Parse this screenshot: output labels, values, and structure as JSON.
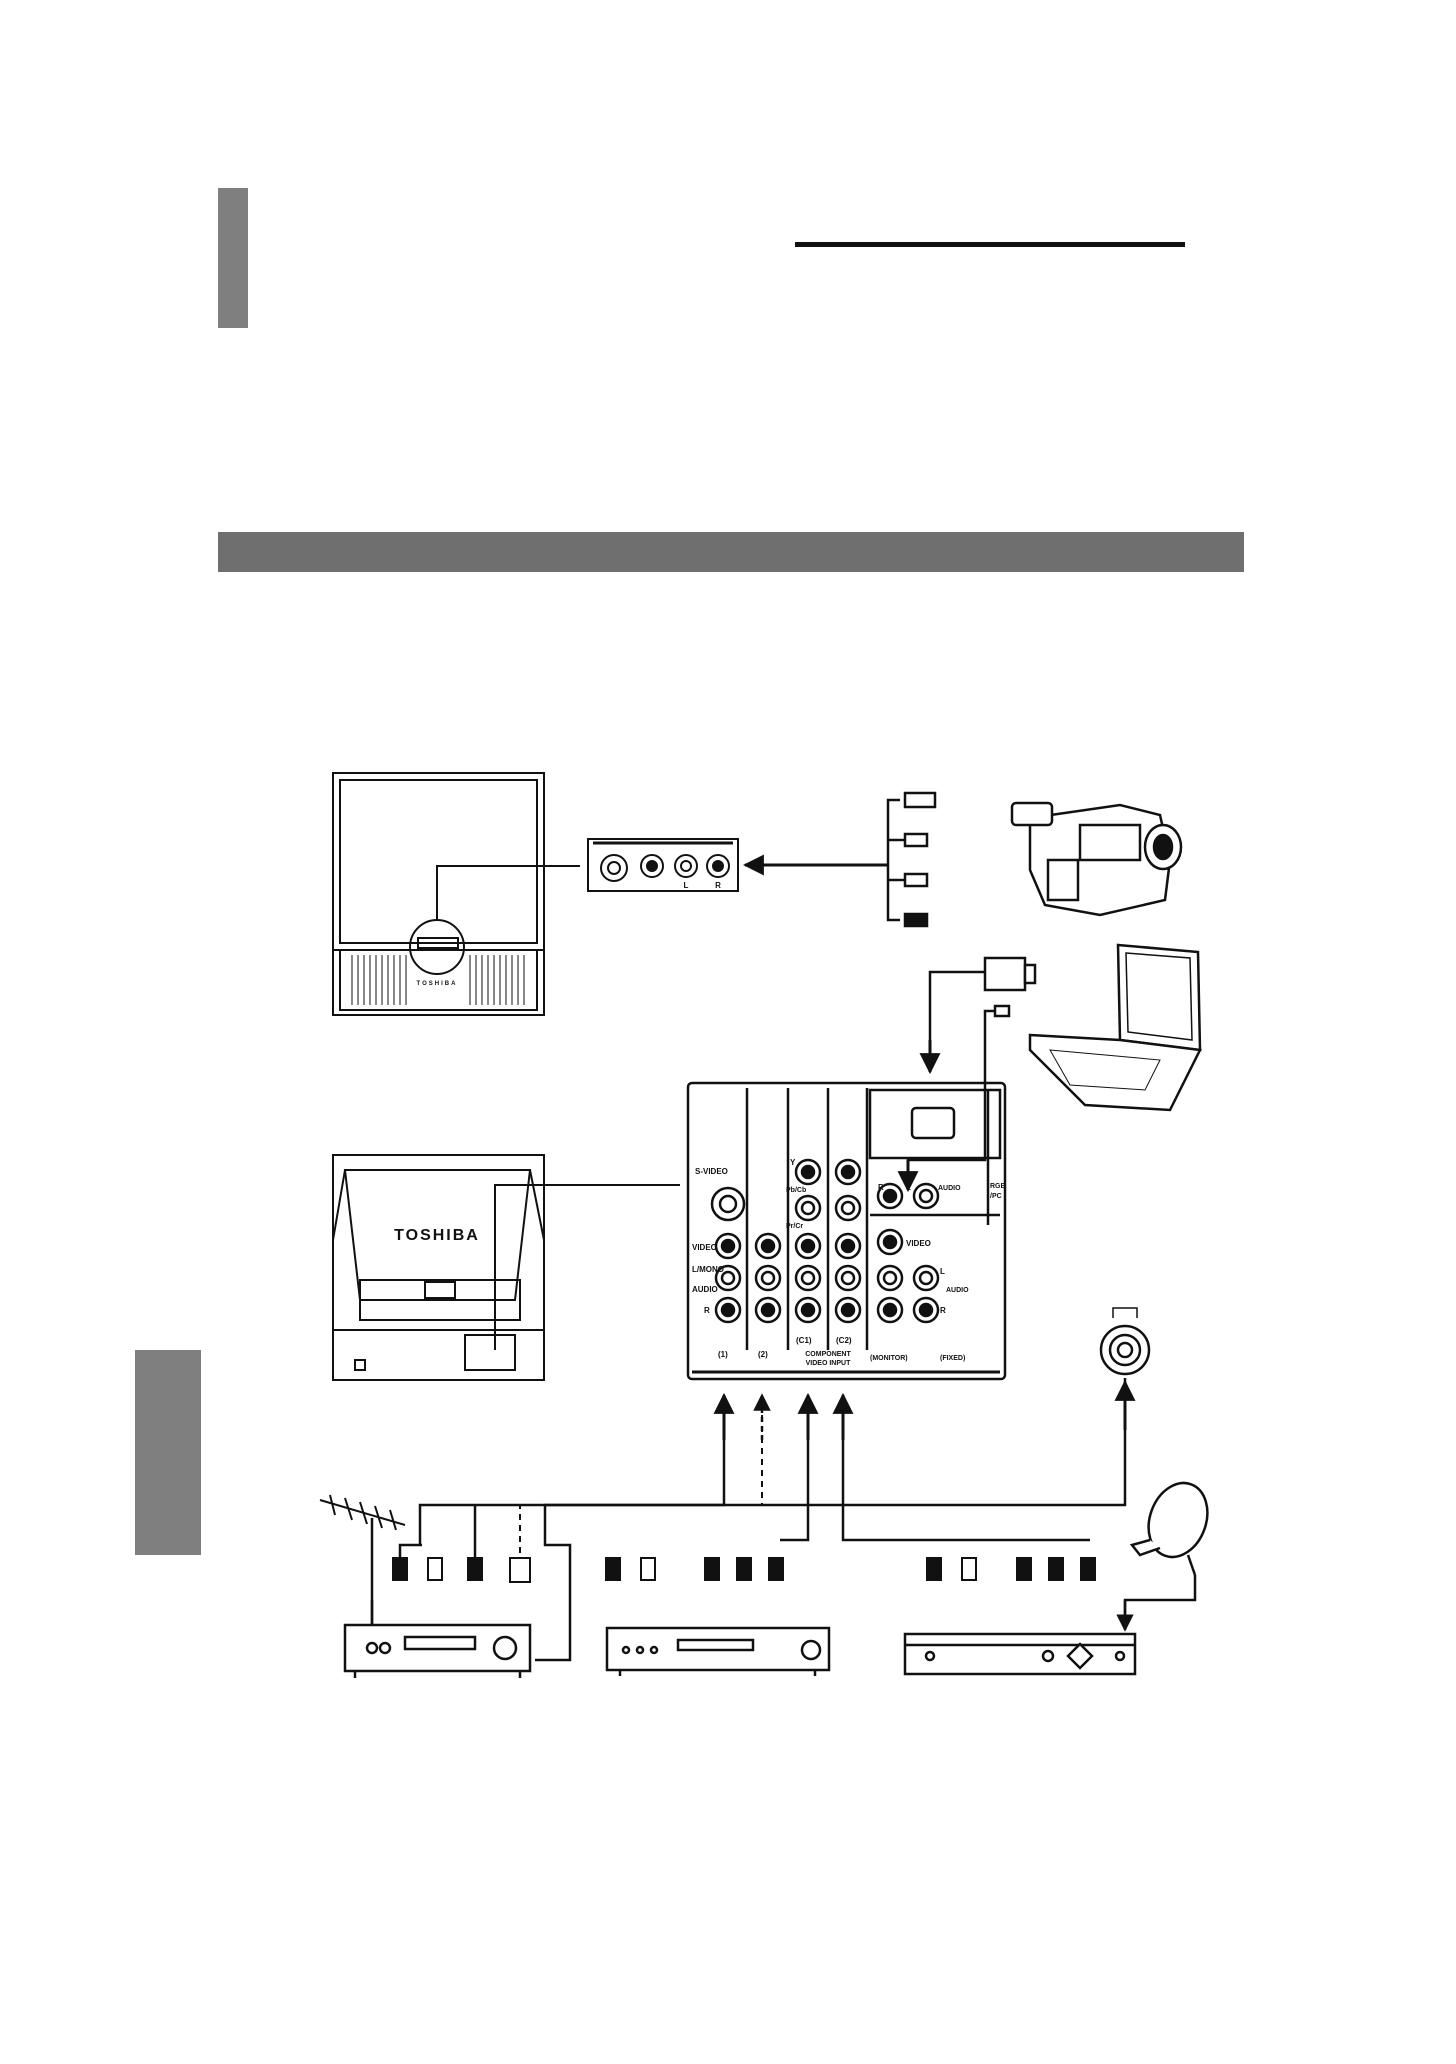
{
  "panel": {
    "svideo": "S-VIDEO",
    "video": "VIDEO",
    "lmono": "L/MONO",
    "audio": "AUDIO",
    "r": "R",
    "l": "L",
    "y": "Y",
    "pbcb": "Pb/Cb",
    "prcr": "Pr/Cr",
    "in1": "(1)",
    "in2": "(2)",
    "c1": "(C1)",
    "c2": "(C2)",
    "component1": "COMPONENT",
    "component2": "VIDEO INPUT",
    "monitor": "(MONITOR)",
    "fixed": "(FIXED)",
    "rgb": "RGB",
    "pc": "/PC"
  },
  "front_jacks": {
    "l": "L",
    "r": "R"
  },
  "brand": {
    "rear": "TOSHIBA",
    "front": "TOSHIBA"
  }
}
